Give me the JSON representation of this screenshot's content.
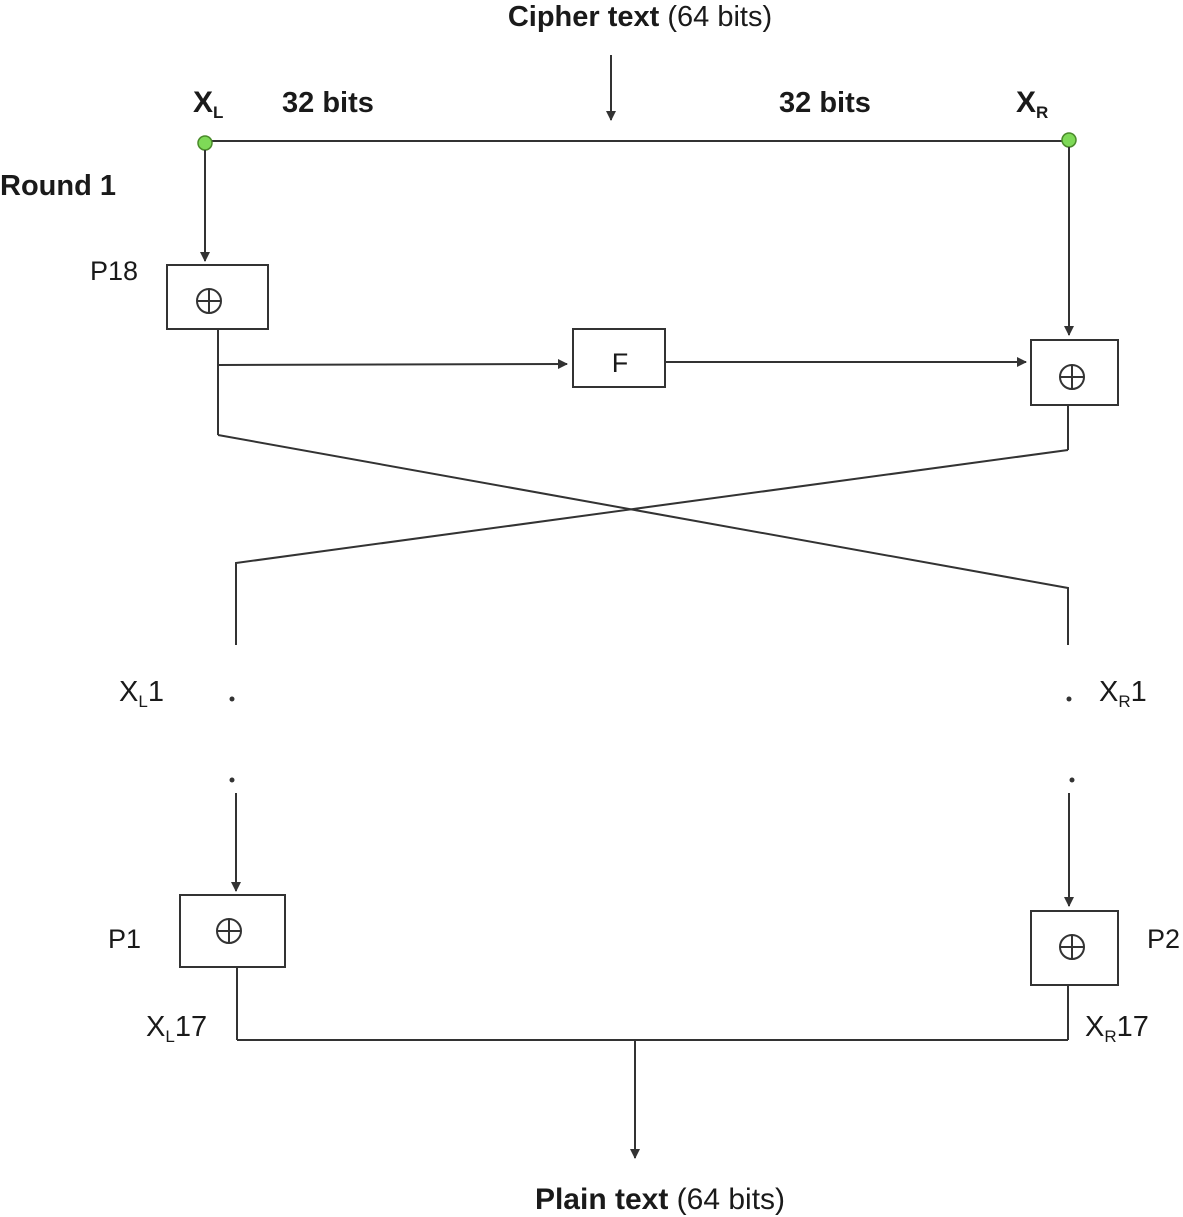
{
  "title": {
    "top_bold": "Cipher text",
    "top_rest": " (64 bits)",
    "bottom_bold": "Plain text",
    "bottom_rest": " (64 bits)"
  },
  "halves": {
    "left_var": "X",
    "left_sub": "L",
    "right_var": "X",
    "right_sub": "R",
    "left_bits": "32 bits",
    "right_bits": "32 bits"
  },
  "round_label": "Round 1",
  "blocks": {
    "p18": "P18",
    "p1": "P1",
    "p2": "P2",
    "f": "F",
    "xor_symbol": "⊕"
  },
  "intermediate": {
    "xl1_var": "X",
    "xl1_sub": "L",
    "xl1_num": "1",
    "xr1_var": "X",
    "xr1_sub": "R",
    "xr1_num": "1",
    "xl17_var": "X",
    "xl17_sub": "L",
    "xl17_num": "17",
    "xr17_var": "X",
    "xr17_sub": "R",
    "xr17_num": "17"
  },
  "colors": {
    "line": "#333333",
    "node": "#7ed957",
    "text": "#1a1a1a"
  }
}
